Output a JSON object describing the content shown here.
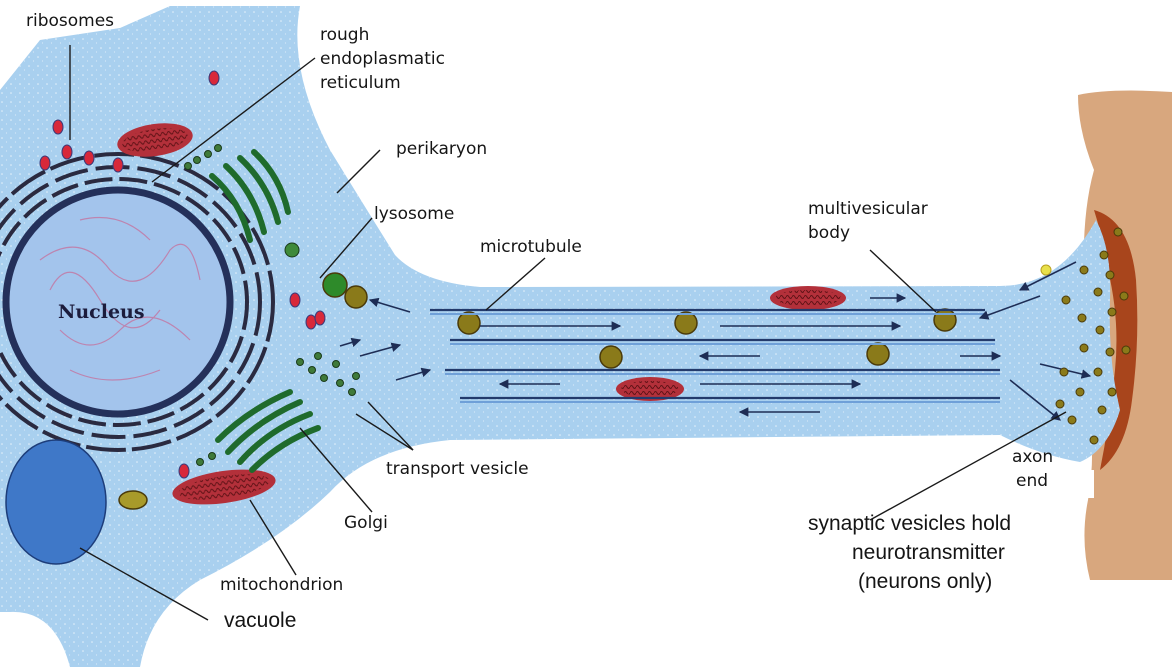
{
  "diagram": {
    "labels": {
      "ribosomes": "ribosomes",
      "rough_er_line1": "rough",
      "rough_er_line2": "endoplasmatic",
      "rough_er_line3": "reticulum",
      "perikaryon": "perikaryon",
      "lysosome": "lysosome",
      "microtubule": "microtubule",
      "mvb_line1": "multivesicular",
      "mvb_line2": "body",
      "nucleus": "Nucleus",
      "transport_vesicle": "transport vesicle",
      "golgi": "Golgi",
      "mitochondrion": "mitochondrion",
      "vacuole": "vacuole",
      "axon_end_line1": "axon",
      "axon_end_line2": "end",
      "synaptic_line1": "synaptic vesicles hold",
      "synaptic_line2": "neurotransmitter",
      "synaptic_line3": "(neurons only)"
    },
    "colors": {
      "cytoplasm": "#a9d0ef",
      "nucleus": "#a3c4ec",
      "nuclear_envelope": "#24305a",
      "rough_er": "#2a2a40",
      "golgi": "#1f6b2c",
      "mitochondrion": "#b3303a",
      "vacuole": "#3f78c8",
      "target_cell": "#d8a77e",
      "synaptic_cleft": "#a8451c",
      "ribosome": "#d8283a"
    }
  }
}
